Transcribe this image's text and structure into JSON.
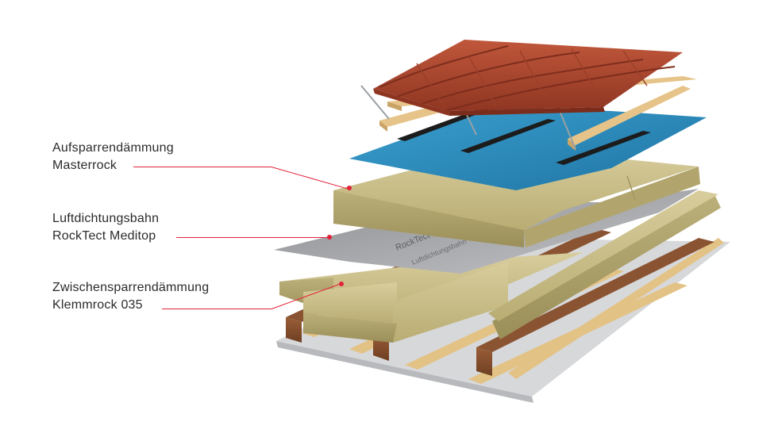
{
  "colors": {
    "accent_line": "#e2223a",
    "tile": "#b04a32",
    "tile_dark": "#7e2d1d",
    "membrane_blue": "#2e8fc0",
    "rockwool": "#cfc38f",
    "rockwool_dark": "#a89c63",
    "vapor_grey": "#a9aaae",
    "timber": "#8a5433",
    "batten": "#e6c489"
  },
  "labels": [
    {
      "line1": "Aufsparrendämmung",
      "line2": "Masterrock"
    },
    {
      "line1": "Luftdichtungsbahn",
      "line2": "RockTect Meditop"
    },
    {
      "line1": "Zwischensparrendämmung",
      "line2": "Klemmrock 035"
    }
  ],
  "membrane_print": {
    "vapor": "RockTect Meditop",
    "vapor_sub": "Luftdichtungsbahn"
  }
}
